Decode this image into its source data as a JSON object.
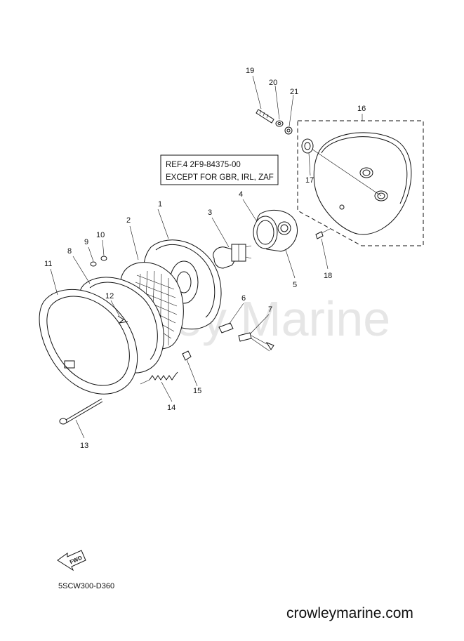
{
  "watermark": "Crowley Marine",
  "reference_box": {
    "line1": "REF.4  2F9-84375-00",
    "line2": "EXCEPT FOR GBR, IRL, ZAF"
  },
  "part_numbers": [
    "1",
    "2",
    "3",
    "4",
    "5",
    "6",
    "7",
    "8",
    "9",
    "10",
    "11",
    "12",
    "13",
    "14",
    "15",
    "16",
    "17",
    "18",
    "19",
    "20",
    "21"
  ],
  "fwd_label": "FWD",
  "diagram_code": "5SCW300-D360",
  "site_name": "crowleymarine.com"
}
